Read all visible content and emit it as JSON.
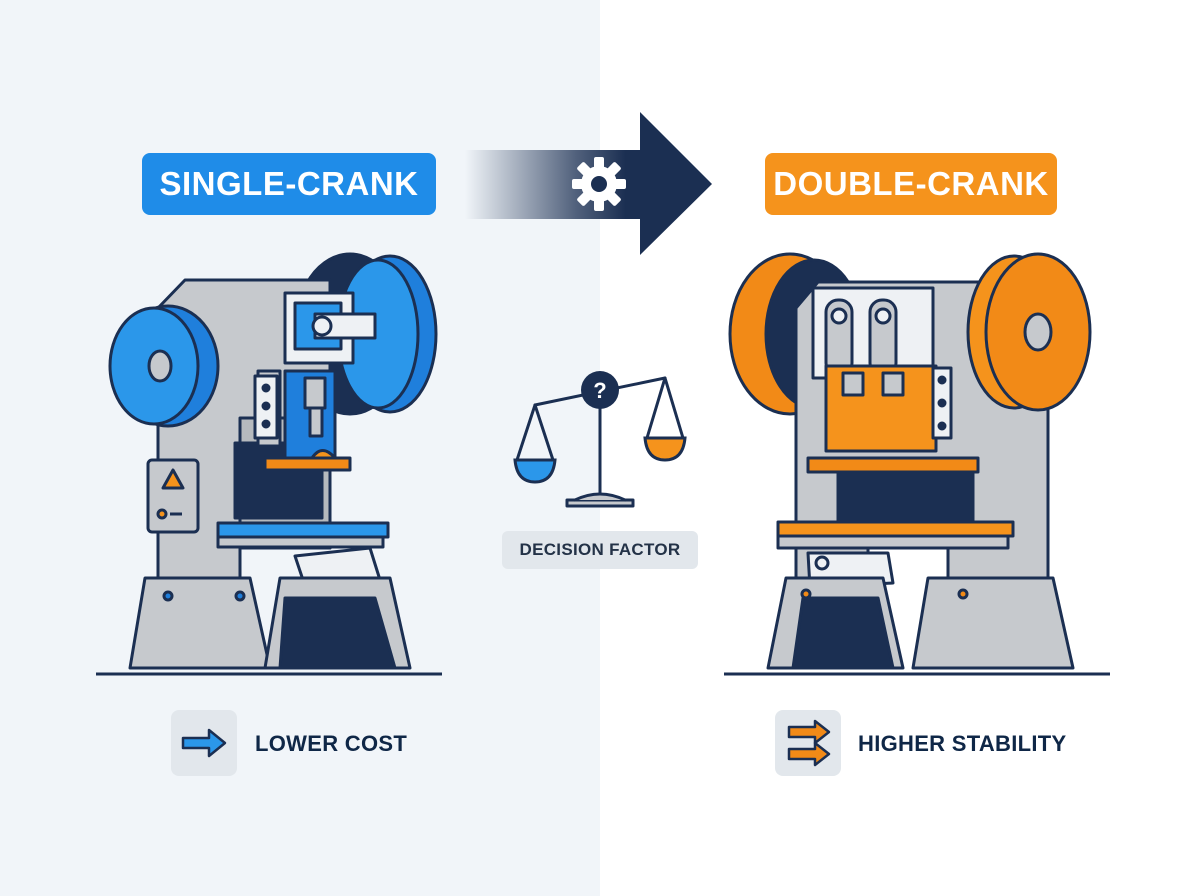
{
  "left": {
    "title": "SINGLE-CRANK",
    "benefit": "LOWER COST",
    "benefit_icon": "single-arrow-right-icon",
    "accent": "#1f7fdc"
  },
  "right": {
    "title": "DOUBLE-CRANK",
    "benefit": "HIGHER STABILITY",
    "benefit_icon": "double-arrow-right-icon",
    "accent": "#f28a17"
  },
  "center": {
    "decision_label": "DECISION FACTOR",
    "decision_icon": "balance-scale-question-icon",
    "transition_icon": "gear-arrow-icon"
  },
  "colors": {
    "navy": "#1b2f52",
    "frame_gray": "#c6c9cd",
    "background_left": "#f1f5f9",
    "background_right": "#ffffff"
  }
}
